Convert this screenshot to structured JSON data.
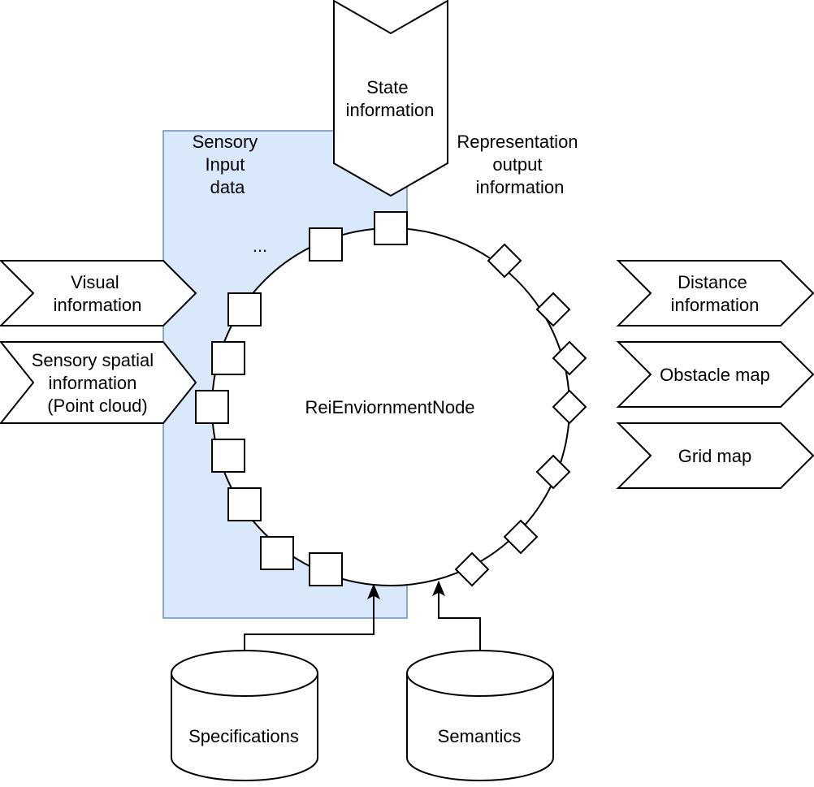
{
  "colors": {
    "sensory_region_fill": "#dae8fc",
    "sensory_region_stroke": "#6c8ebf",
    "stroke": "#000000",
    "fill": "#ffffff"
  },
  "node": {
    "label": "ReiEnviornmentNode"
  },
  "state": {
    "label_lines": [
      "State",
      "information"
    ]
  },
  "sensory_region": {
    "label_lines": [
      "Sensory",
      "Input",
      "data"
    ],
    "ellipsis": "..."
  },
  "representation": {
    "label_lines": [
      "Representation",
      "output",
      "information"
    ]
  },
  "inputs": [
    {
      "name": "visual",
      "lines": [
        "Visual",
        "information"
      ]
    },
    {
      "name": "sensory-spatial",
      "lines": [
        "Sensory spatial",
        "information",
        "(Point cloud)"
      ]
    }
  ],
  "outputs": [
    {
      "name": "distance",
      "lines": [
        "Distance",
        "information"
      ]
    },
    {
      "name": "obstacle-map",
      "lines": [
        "Obstacle map"
      ]
    },
    {
      "name": "grid-map",
      "lines": [
        "Grid map"
      ]
    }
  ],
  "databases": [
    {
      "name": "specifications",
      "label": "Specifications"
    },
    {
      "name": "semantics",
      "label": "Semantics"
    }
  ]
}
